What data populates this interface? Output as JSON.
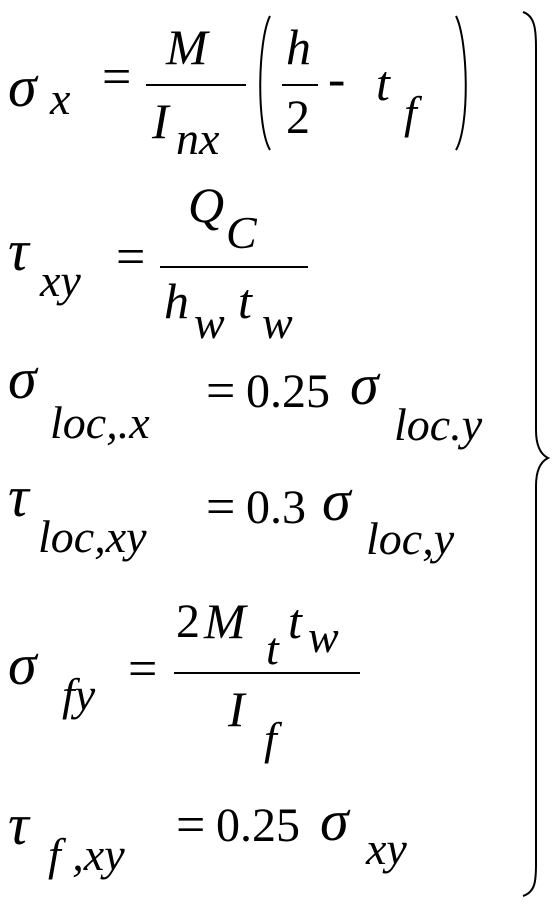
{
  "equations": {
    "eq1": {
      "lhs_symbol": "σ",
      "lhs_sub": "x",
      "eq": "=",
      "num": "M",
      "den_main": "I",
      "den_sub": "nx",
      "paren_num": "h",
      "paren_den": "2",
      "minus": "-",
      "t": "t",
      "t_sub": "f"
    },
    "eq2": {
      "lhs_symbol": "τ",
      "lhs_sub": "xy",
      "eq": "=",
      "num_main": "Q",
      "num_sub": "C",
      "den_h": "h",
      "den_h_sub": "w",
      "den_t": "t",
      "den_t_sub": "w"
    },
    "eq3": {
      "lhs_symbol": "σ",
      "lhs_sub": "loc,.x",
      "eq": "=",
      "coef": "0.25",
      "rhs_symbol": "σ",
      "rhs_sub": "loc.y"
    },
    "eq4": {
      "lhs_symbol": "τ",
      "lhs_sub": "loc,xy",
      "eq": "=",
      "coef": "0.3",
      "rhs_symbol": "σ",
      "rhs_sub": "loc,y"
    },
    "eq5": {
      "lhs_symbol": "σ",
      "lhs_sub": "fy",
      "eq": "=",
      "num_coef": "2",
      "num_M": "M",
      "num_M_sub": "t",
      "num_t": "t",
      "num_t_sub": "w",
      "den_main": "I",
      "den_sub": "f"
    },
    "eq6": {
      "lhs_symbol": "τ",
      "lhs_sub": "f ,xy",
      "eq": "=",
      "coef": "0.25",
      "rhs_symbol": "σ",
      "rhs_sub": "xy"
    }
  }
}
